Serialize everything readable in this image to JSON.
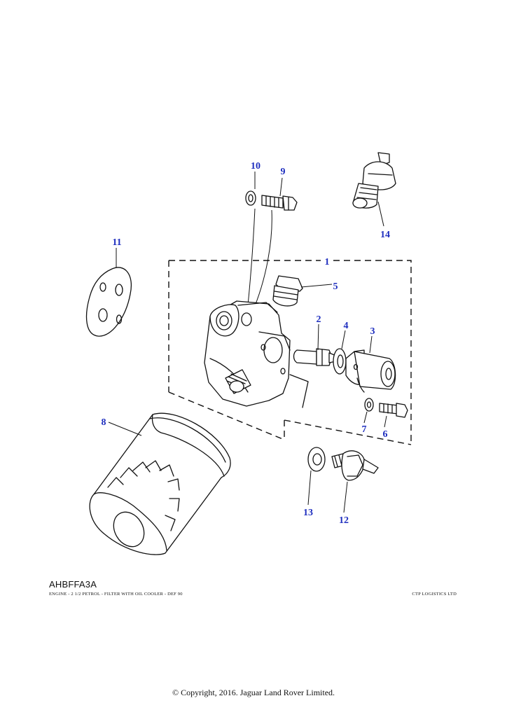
{
  "diagram": {
    "reference_code": "AHBFFA3A",
    "caption": "ENGINE - 2 1/2 PETROL - FILTER WITH OIL COOLER - DEF 90",
    "vendor": "CTP LOGISTICS LTD",
    "copyright": "© Copyright, 2016. Jaguar Land Rover Limited.",
    "callouts": [
      "1",
      "2",
      "3",
      "4",
      "5",
      "6",
      "7",
      "8",
      "9",
      "10",
      "11",
      "12",
      "13",
      "14"
    ],
    "callout_color": "#1f2fbf"
  }
}
